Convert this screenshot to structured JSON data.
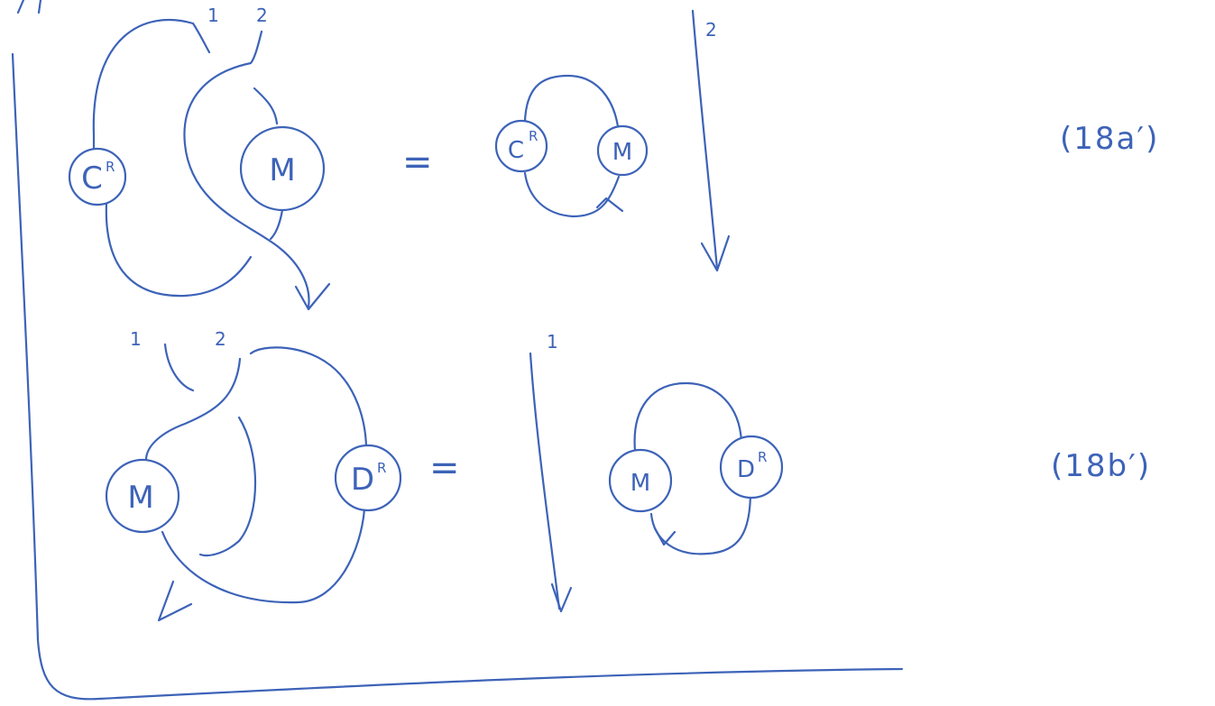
{
  "ink_color": "#3d63b8",
  "background_color": "#ffffff",
  "equation_a": {
    "tag": "(18a′)",
    "equals": "=",
    "lhs": {
      "wire_label_1": "1",
      "wire_label_2": "2",
      "node_c": {
        "letter": "C",
        "sup": "R"
      },
      "node_m": {
        "letter": "M"
      }
    },
    "rhs": {
      "node_c": {
        "letter": "C",
        "sup": "R"
      },
      "node_m": {
        "letter": "M"
      },
      "strand_label": "2"
    }
  },
  "equation_b": {
    "tag": "(18b′)",
    "equals": "=",
    "lhs": {
      "wire_label_1": "1",
      "wire_label_2": "2",
      "node_m": {
        "letter": "M"
      },
      "node_d": {
        "letter": "D",
        "sup": "R"
      }
    },
    "rhs": {
      "strand_label": "1",
      "node_m": {
        "letter": "M"
      },
      "node_d": {
        "letter": "D",
        "sup": "R"
      }
    }
  }
}
